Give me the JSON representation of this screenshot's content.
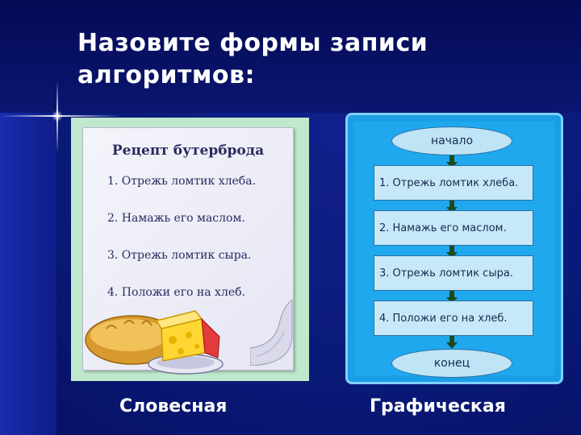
{
  "slide": {
    "title_line1": "Назовите формы записи",
    "title_line2": "алгоритмов:"
  },
  "recipe": {
    "title": "Рецепт бутерброда",
    "steps": [
      "1. Отрежь ломтик хлеба.",
      "2. Намажь его маслом.",
      "3. Отрежь ломтик сыра.",
      "4. Положи его на хлеб."
    ]
  },
  "flowchart": {
    "start": "начало",
    "steps": [
      "1. Отрежь ломтик хлеба.",
      "2. Намажь его маслом.",
      "3. Отрежь ломтик сыра.",
      "4. Положи его на хлеб."
    ],
    "end": "конец"
  },
  "captions": {
    "left": "Словесная",
    "right": "Графическая"
  },
  "colors": {
    "background": "#0a1a78",
    "flow_panel": "#1a9ee6",
    "recipe_panel": "#bfe8cc",
    "arrow": "#1d4a1d"
  },
  "icons": [
    "bread-icon",
    "cheese-icon",
    "plate-icon"
  ]
}
